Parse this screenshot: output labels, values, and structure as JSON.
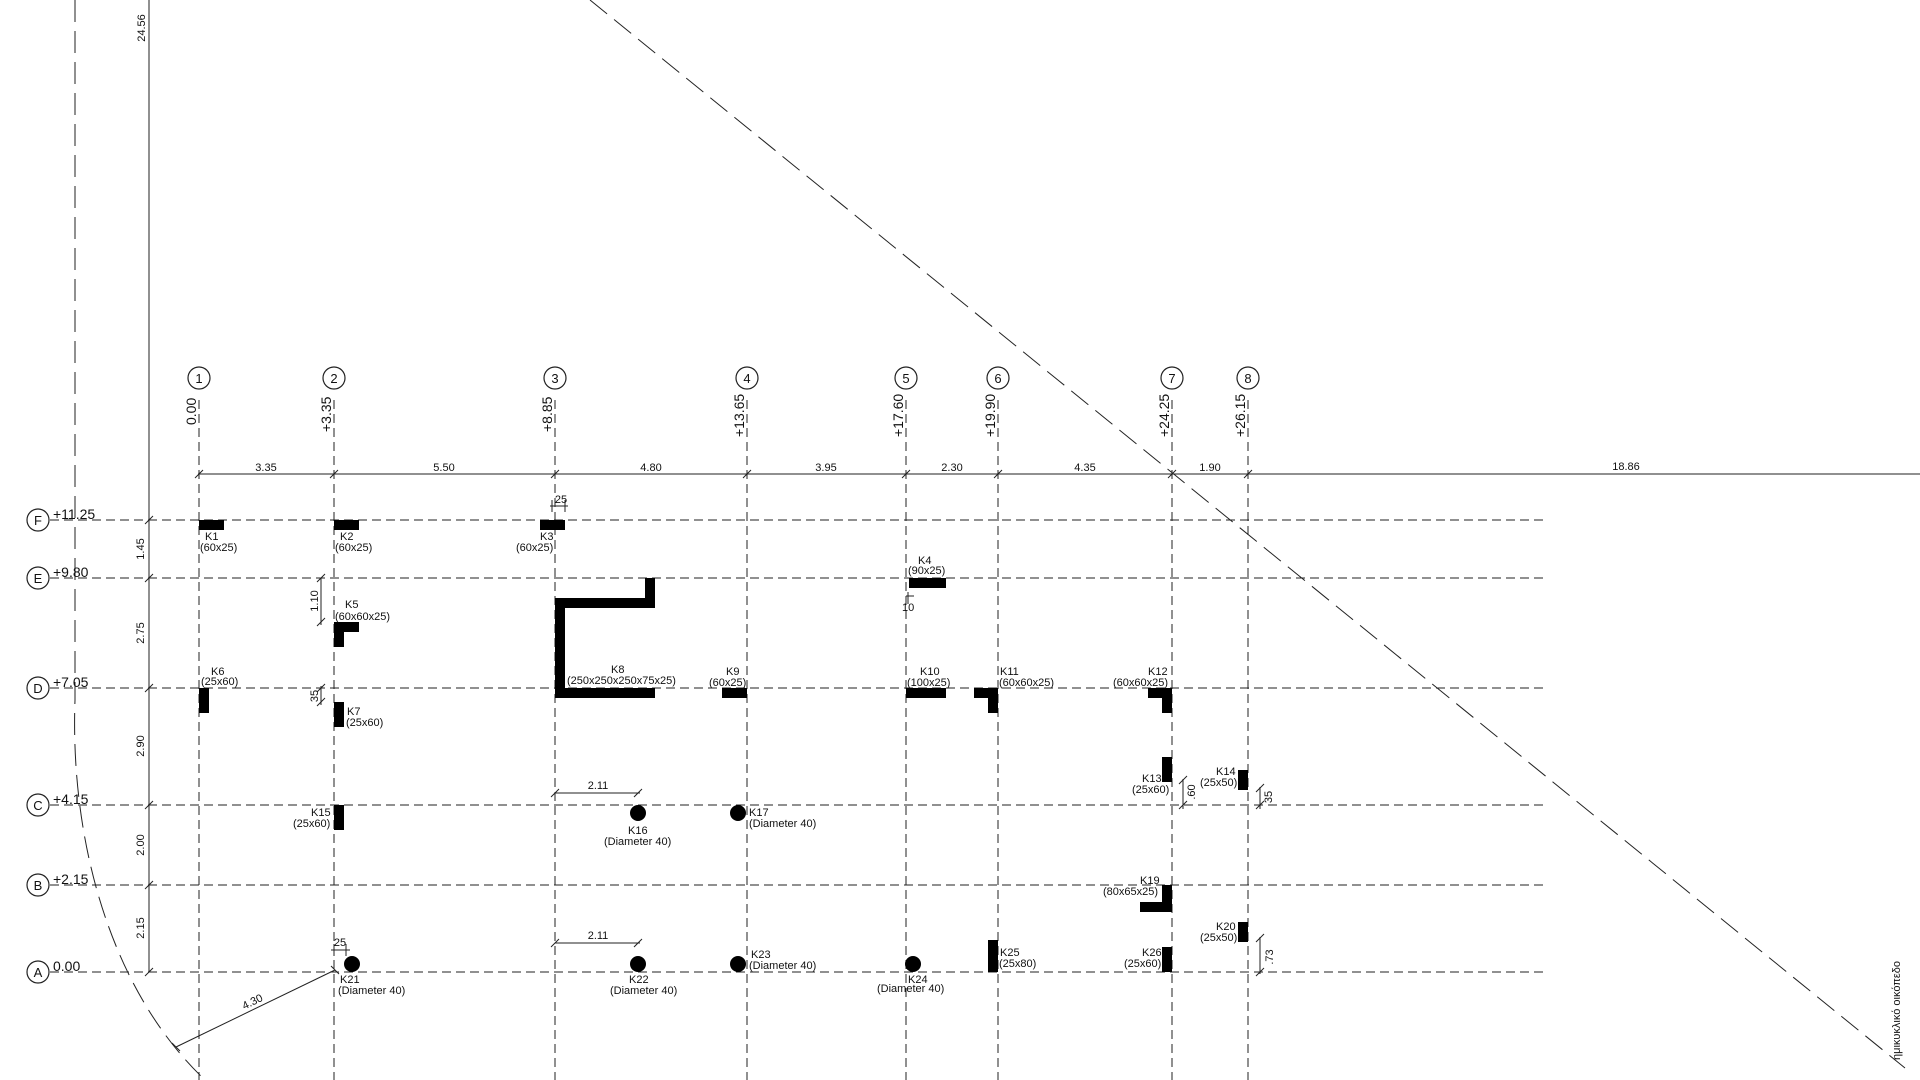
{
  "overall_dims": {
    "top": "24.56",
    "right": "18.86"
  },
  "dim_h": [
    "3.35",
    "5.50",
    "4.80",
    "3.95",
    "2.30",
    "4.35",
    "1.90"
  ],
  "dim_v": [
    "1.45",
    "2.75",
    "2.90",
    "2.00",
    "2.15"
  ],
  "axes_v": [
    {
      "id": "1",
      "level": "0.00"
    },
    {
      "id": "2",
      "level": "+3.35"
    },
    {
      "id": "3",
      "level": "+8.85"
    },
    {
      "id": "4",
      "level": "+13.65"
    },
    {
      "id": "5",
      "level": "+17.60"
    },
    {
      "id": "6",
      "level": "+19.90"
    },
    {
      "id": "7",
      "level": "+24.25"
    },
    {
      "id": "8",
      "level": "+26.15"
    }
  ],
  "axes_h": [
    {
      "id": "F",
      "level": "+11.25"
    },
    {
      "id": "E",
      "level": "+9.80"
    },
    {
      "id": "D",
      "level": "+7.05"
    },
    {
      "id": "C",
      "level": "+4.15"
    },
    {
      "id": "B",
      "level": "+2.15"
    },
    {
      "id": "A",
      "level": "0.00"
    }
  ],
  "columns": [
    {
      "name": "K1",
      "size": "(60x25)"
    },
    {
      "name": "K2",
      "size": "(60x25)"
    },
    {
      "name": "K3",
      "size": "(60x25)"
    },
    {
      "name": "K4",
      "size": "(90x25)"
    },
    {
      "name": "K5",
      "size": "(60x60x25)"
    },
    {
      "name": "K6",
      "size": "(25x60)"
    },
    {
      "name": "K7",
      "size": "(25x60)"
    },
    {
      "name": "K8",
      "size": "(250x250x250x75x25)"
    },
    {
      "name": "K9",
      "size": "(60x25)"
    },
    {
      "name": "K10",
      "size": "(100x25)"
    },
    {
      "name": "K11",
      "size": "(60x60x25)"
    },
    {
      "name": "K12",
      "size": "(60x60x25)"
    },
    {
      "name": "K13",
      "size": "(25x60)"
    },
    {
      "name": "K14",
      "size": "(25x50)"
    },
    {
      "name": "K15",
      "size": "(25x60)"
    },
    {
      "name": "K16",
      "size": "(Diameter 40)"
    },
    {
      "name": "K17",
      "size": "(Diameter 40)"
    },
    {
      "name": "K19",
      "size": "(80x65x25)"
    },
    {
      "name": "K20",
      "size": "(25x50)"
    },
    {
      "name": "K21",
      "size": "(Diameter 40)"
    },
    {
      "name": "K22",
      "size": "(Diameter 40)"
    },
    {
      "name": "K23",
      "size": "(Diameter 40)"
    },
    {
      "name": "K24",
      "size": "(Diameter 40)"
    },
    {
      "name": "K25",
      "size": "(25x80)"
    },
    {
      "name": "K26",
      "size": "(25x60)"
    }
  ],
  "small_dims": {
    "k3_offset": "25",
    "k5_offset": "1.10",
    "k7_offset": "35",
    "k4_offset": "10",
    "k16_offset": "2.11",
    "k22_offset": "2.11",
    "k13_offset": ".60",
    "k14_offset": "35",
    "k20_offset": ".73",
    "k21_offset": "25",
    "radius": "4.30"
  },
  "side_note": "ημικυκλικό οικόπεδο"
}
